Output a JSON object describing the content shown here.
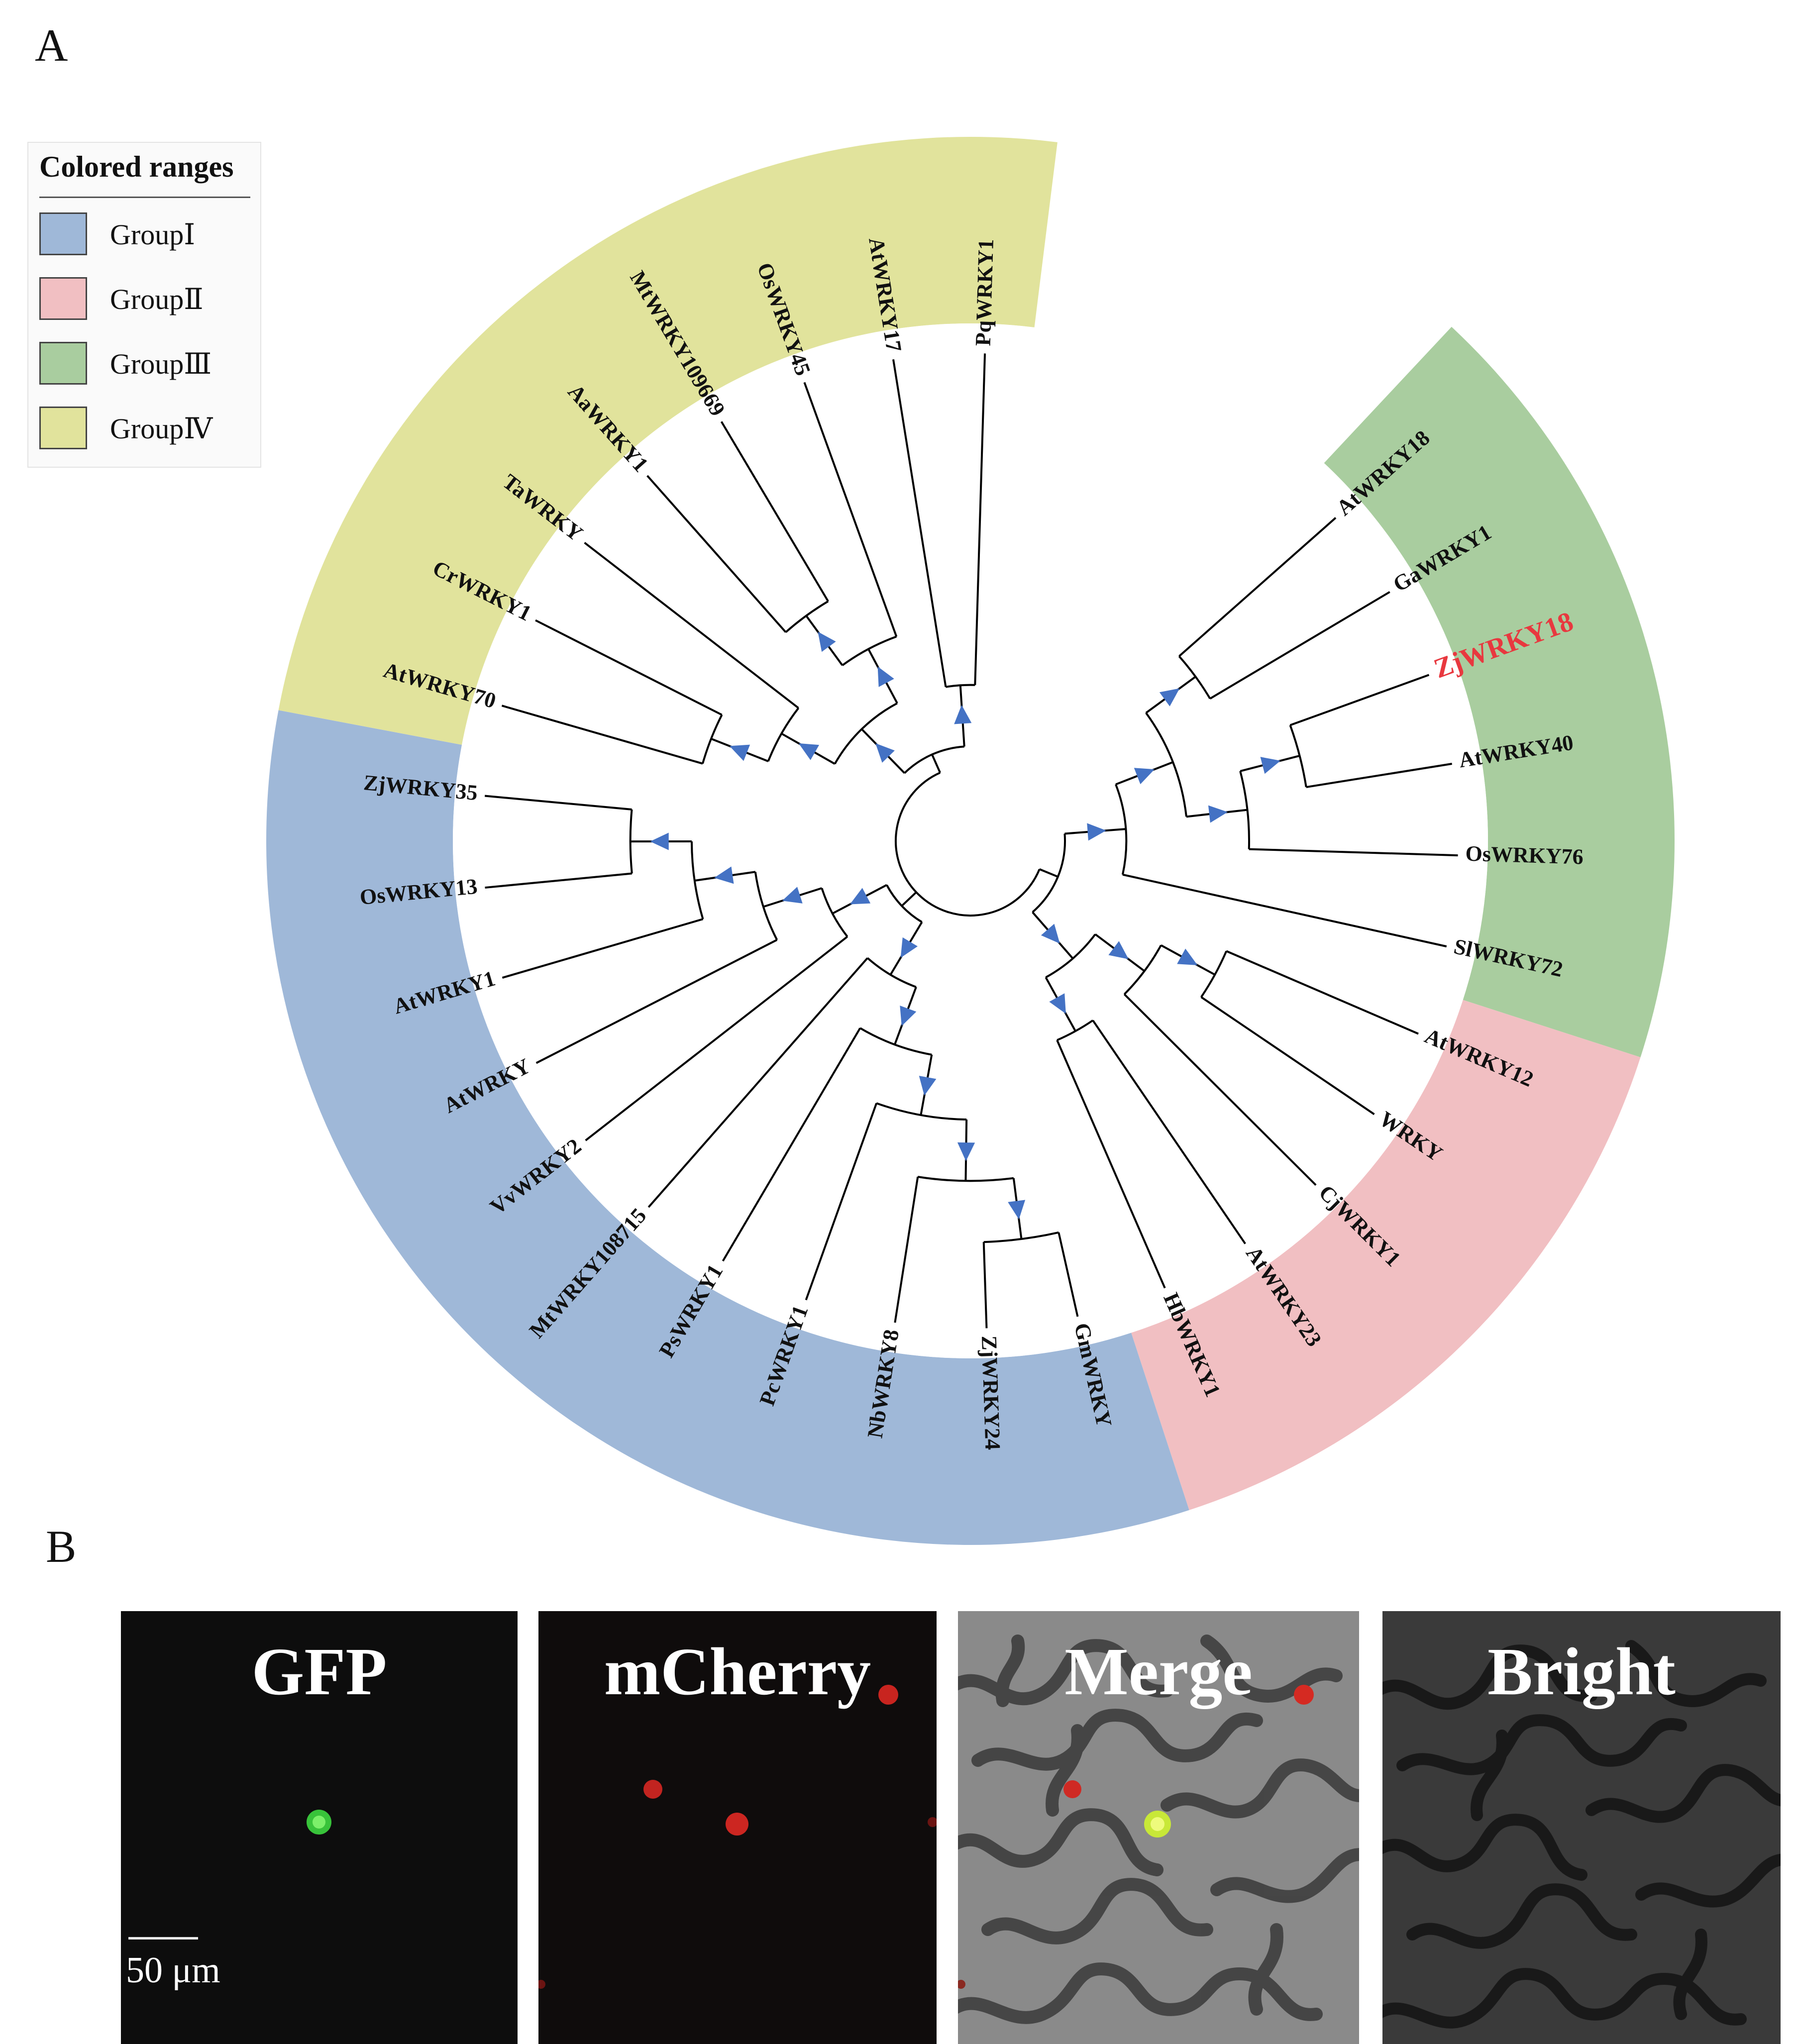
{
  "figure": {
    "panel_a": "A",
    "panel_b": "B"
  },
  "legend": {
    "title": "Colored ranges",
    "items": [
      {
        "label": "GroupⅠ",
        "color": "#9fb8d8"
      },
      {
        "label": "GroupⅡ",
        "color": "#f1bfc2"
      },
      {
        "label": "GroupⅢ",
        "color": "#a9cd9f"
      },
      {
        "label": "GroupⅣ",
        "color": "#e1e39c"
      }
    ]
  },
  "tree": {
    "highlight_color": "#e8383f",
    "branch_color": "#000000",
    "support_marker_color": "#4472c4",
    "highlight_leaf": "ZjWRKY18",
    "leaves": [
      {
        "label": "AtWRKY18",
        "group": "GroupⅢ"
      },
      {
        "label": "GaWRKY1",
        "group": "GroupⅢ"
      },
      {
        "label": "ZjWRKY18",
        "group": "GroupⅢ"
      },
      {
        "label": "AtWRKY40",
        "group": "GroupⅢ"
      },
      {
        "label": "OsWRKY76",
        "group": "GroupⅢ"
      },
      {
        "label": "SlWRKY72",
        "group": "GroupⅢ"
      },
      {
        "label": "AtWRKY12",
        "group": "GroupⅡ"
      },
      {
        "label": "WRKY",
        "group": "GroupⅡ"
      },
      {
        "label": "CjWRKY1",
        "group": "GroupⅡ"
      },
      {
        "label": "AtWRKY23",
        "group": "GroupⅡ"
      },
      {
        "label": "HbWRKY1",
        "group": "GroupⅡ"
      },
      {
        "label": "GmWRKY",
        "group": "GroupⅠ"
      },
      {
        "label": "ZjWRKY24",
        "group": "GroupⅠ"
      },
      {
        "label": "NbWRKY8",
        "group": "GroupⅠ"
      },
      {
        "label": "PcWRKY1",
        "group": "GroupⅠ"
      },
      {
        "label": "PsWRKY1",
        "group": "GroupⅠ"
      },
      {
        "label": "MtWRKY108715",
        "group": "GroupⅠ"
      },
      {
        "label": "VvWRKY2",
        "group": "GroupⅠ"
      },
      {
        "label": "AtWRKY",
        "group": "GroupⅠ"
      },
      {
        "label": "AtWRKY1",
        "group": "GroupⅠ"
      },
      {
        "label": "OsWRKY13",
        "group": "GroupⅠ"
      },
      {
        "label": "ZjWRKY35",
        "group": "GroupⅠ"
      },
      {
        "label": "AtWRKY70",
        "group": "GroupⅣ"
      },
      {
        "label": "CrWRKY1",
        "group": "GroupⅣ"
      },
      {
        "label": "TaWRKY",
        "group": "GroupⅣ"
      },
      {
        "label": "AaWRKY1",
        "group": "GroupⅣ"
      },
      {
        "label": "MtWRKY109669",
        "group": "GroupⅣ"
      },
      {
        "label": "OsWRKY45",
        "group": "GroupⅣ"
      },
      {
        "label": "AtWRKY17",
        "group": "GroupⅣ"
      },
      {
        "label": "PqWRKY1",
        "group": "GroupⅣ"
      }
    ]
  },
  "panels_b": [
    {
      "title": "GFP",
      "scale": "50 μm"
    },
    {
      "title": "mCherry"
    },
    {
      "title": "Merge"
    },
    {
      "title": "Bright"
    }
  ]
}
